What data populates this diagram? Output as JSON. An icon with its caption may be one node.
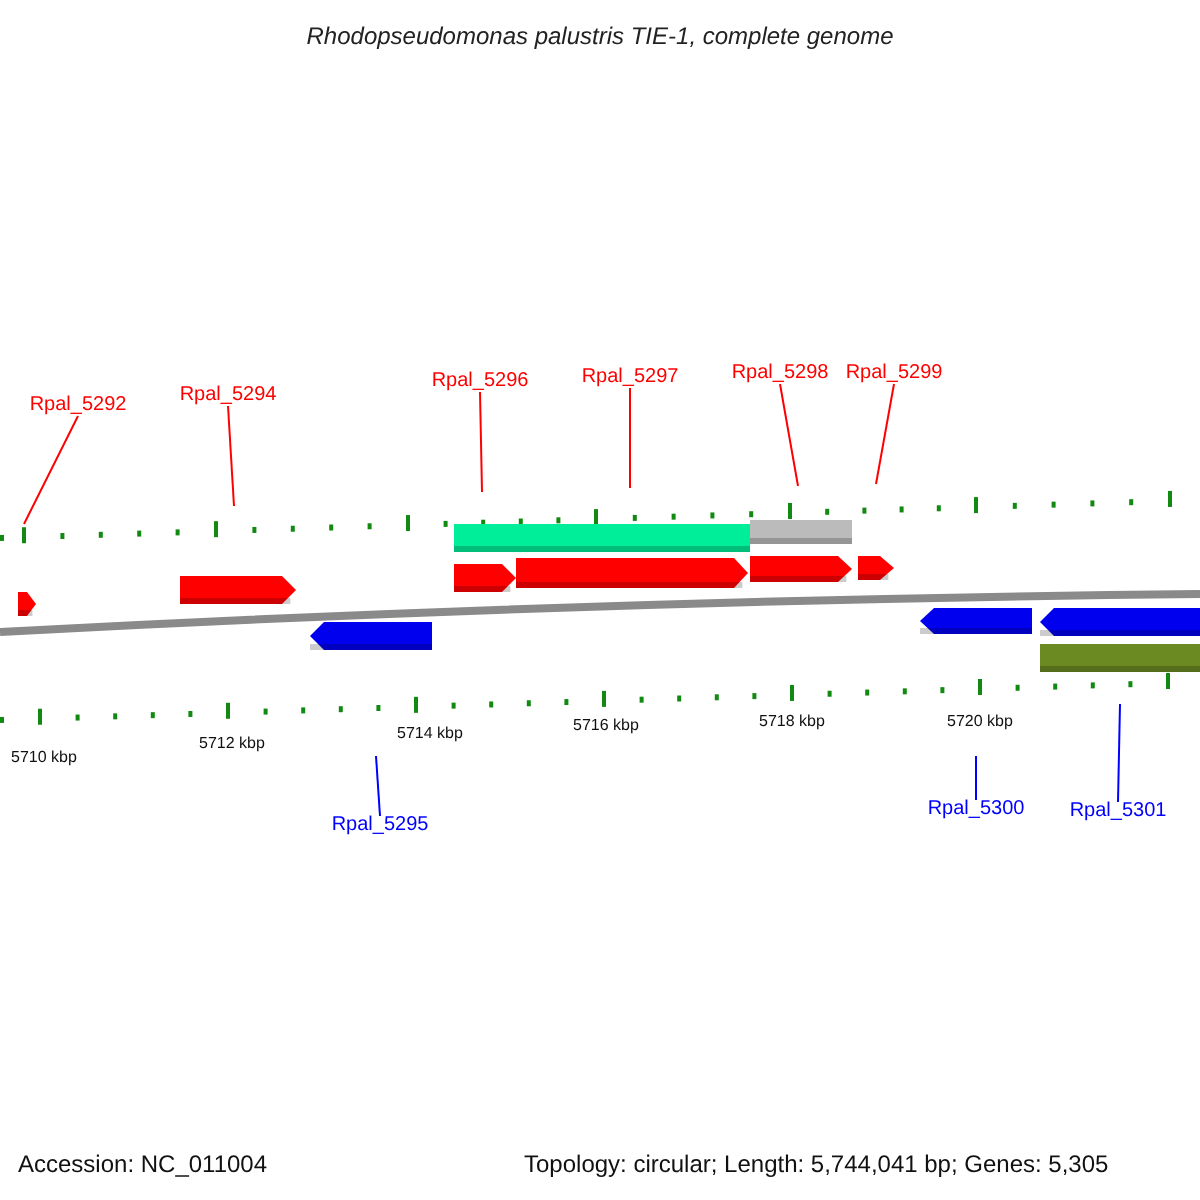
{
  "diagram": {
    "title": "Rhodopseudomonas palustris TIE-1, complete genome",
    "nodes": [
      {
        "text": [
          "Rpal_5292"
        ]
      },
      {
        "text": [
          "Rpal_5294"
        ]
      },
      {
        "text": [
          "Rpal_5296"
        ]
      },
      {
        "text": [
          "Rpal_5297"
        ]
      },
      {
        "text": [
          "Rpal_5298"
        ]
      },
      {
        "text": [
          "Rpal_5299"
        ]
      },
      {
        "text": [
          "Rpal_5295"
        ]
      },
      {
        "text": [
          "Rpal_5300"
        ]
      },
      {
        "text": [
          "Rpal_5301"
        ]
      }
    ],
    "edges": [
      {
        "from": 0,
        "to": null,
        "arrow": "none"
      },
      {
        "from": 1,
        "to": null,
        "arrow": "none"
      },
      {
        "from": 2,
        "to": null,
        "arrow": "none"
      },
      {
        "from": 3,
        "to": null,
        "arrow": "none"
      },
      {
        "from": 4,
        "to": null,
        "arrow": "none"
      },
      {
        "from": 5,
        "to": null,
        "arrow": "none"
      },
      {
        "from": 6,
        "to": null,
        "arrow": "none",
        "color": "#0000ff"
      },
      {
        "from": 7,
        "to": null,
        "arrow": "none",
        "color": "#0000ff"
      },
      {
        "from": 8,
        "to": null,
        "arrow": "none",
        "color": "#0000ff"
      }
    ],
    "labels": [
      "5710 kbp",
      "5712 kbp",
      "5714 kbp",
      "5716 kbp",
      "5718 kbp",
      "5720 kbp",
      "Accession: NC_011004",
      "Topology: circular; Length: 5,744,041 bp; Genes: 5,305"
    ]
  }
}
